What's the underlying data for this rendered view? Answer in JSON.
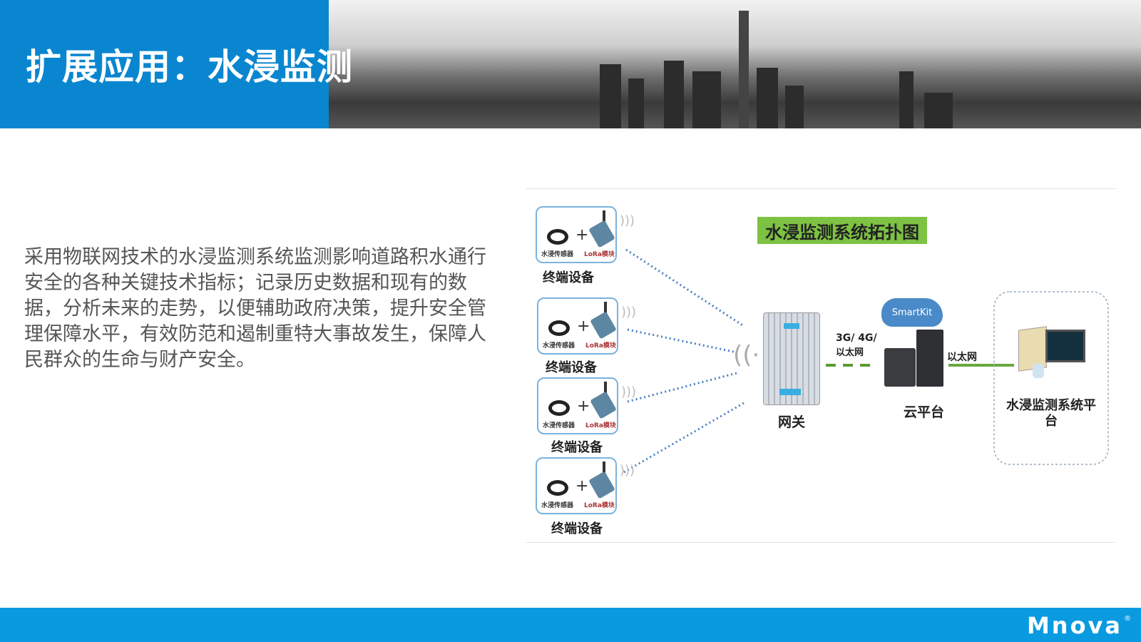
{
  "header": {
    "title": "扩展应用：水浸监测"
  },
  "body": {
    "paragraph": "采用物联网技术的水浸监测系统监测影响道路积水通行安全的各种关键技术指标；记录历史数据和现有的数据，分析未来的走势，以便辅助政府决策，提升安全管理保障水平，有效防范和遏制重特大事故发生，保障人民群众的生命与财产安全。"
  },
  "diagram": {
    "title": "水浸监测系统拓扑图",
    "terminals": [
      {
        "sensor": "水浸传感器",
        "module": "LoRa模块",
        "label": "终端设备"
      },
      {
        "sensor": "水浸传感器",
        "module": "LoRa模块",
        "label": "终端设备"
      },
      {
        "sensor": "水浸传感器",
        "module": "LoRa模块",
        "label": "终端设备"
      },
      {
        "sensor": "水浸传感器",
        "module": "LoRa模块",
        "label": "终端设备"
      }
    ],
    "gateway_label": "网关",
    "link1_label_a": "3G/ 4G/",
    "link1_label_b": "以太网",
    "cloud_brand": "SmartKit",
    "cloud_label": "云平台",
    "link2_label": "以太网",
    "platform_label": "水浸监测系统平台"
  },
  "footer": {
    "logo": "Mnova",
    "reg": "®"
  },
  "colors": {
    "brand_blue": "#0a86d0",
    "footer_blue": "#0a9ae0",
    "title_green": "#7dc242"
  }
}
